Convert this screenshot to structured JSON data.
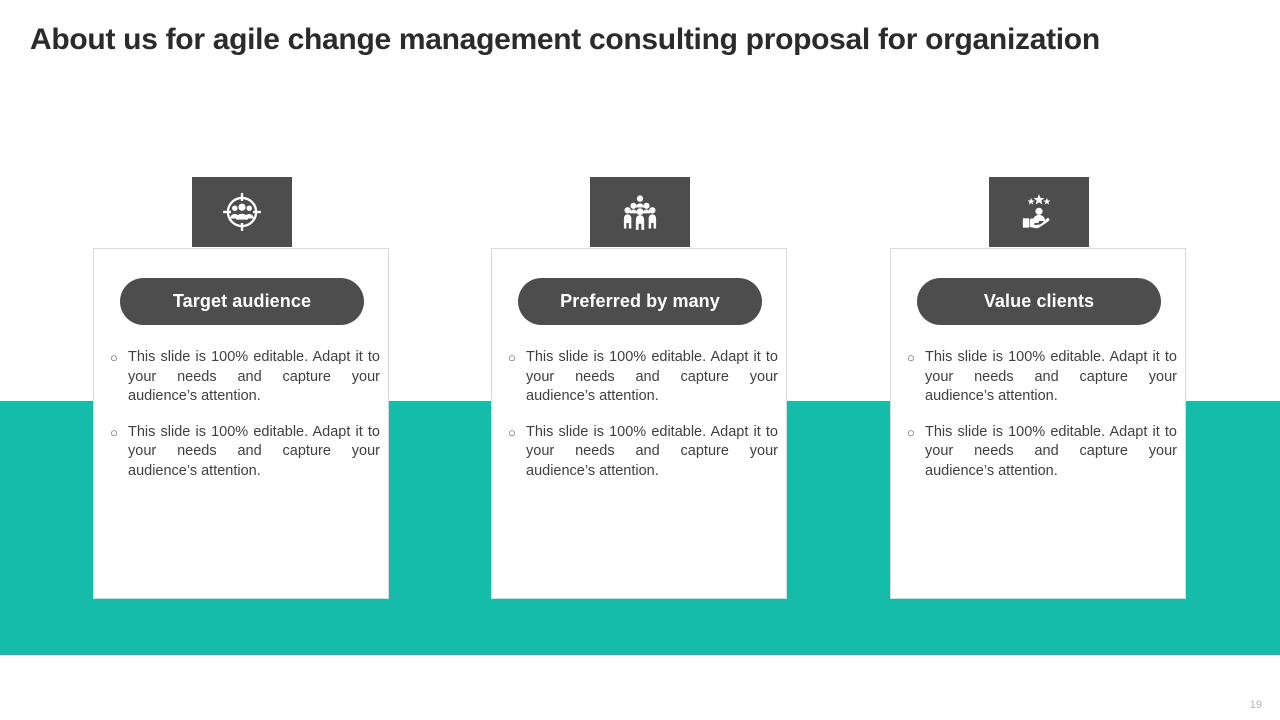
{
  "slide": {
    "title": "About us for agile change management consulting proposal for organization",
    "page_number": "19",
    "colors": {
      "band_teal": "#16BCAA",
      "dark_gray": "#4D4D4D",
      "title_text": "#2B2B2B",
      "body_text": "#3F3F3F",
      "card_border": "#D9D9D9",
      "page_number_text": "#B5B5B5"
    }
  },
  "columns": [
    {
      "icon": "target-audience-icon",
      "heading": "Target audience",
      "bullets": [
        {
          "marker": "○",
          "text": "This slide is 100% editable. Adapt it to your needs and capture your audience’s attention."
        },
        {
          "marker": "○",
          "text": "This slide is 100% editable. Adapt it to your needs and capture your audience’s attention."
        }
      ]
    },
    {
      "icon": "group-of-people-icon",
      "heading": "Preferred by many",
      "bullets": [
        {
          "marker": "○",
          "text": "This slide is 100% editable. Adapt it to your needs and capture your audience’s attention."
        },
        {
          "marker": "○",
          "text": "This slide is 100% editable. Adapt it to your needs and capture your audience’s attention."
        }
      ]
    },
    {
      "icon": "hand-holding-person-with-stars-icon",
      "heading": "Value clients",
      "bullets": [
        {
          "marker": "○",
          "text": "This slide is 100% editable. Adapt it to your needs and capture your audience’s attention."
        },
        {
          "marker": "○",
          "text": "This slide is 100% editable. Adapt it to your needs and capture your audience’s attention."
        }
      ]
    }
  ]
}
